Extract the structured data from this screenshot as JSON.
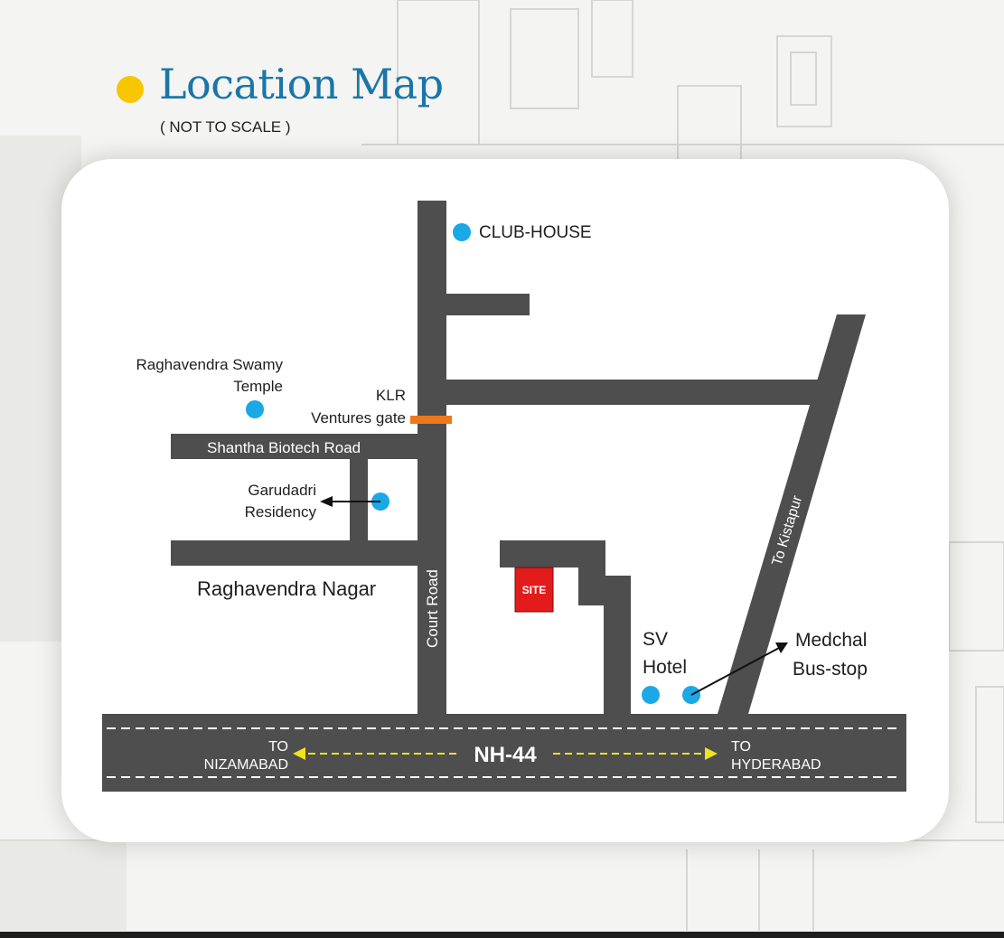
{
  "header": {
    "title": "Location Map",
    "subtitle": "( NOT TO SCALE )"
  },
  "roads": {
    "shantha": "Shantha Biotech Road",
    "court": "Court Road",
    "kistapur": "To Kistapur",
    "highway": "NH-44",
    "to_left_1": "TO",
    "to_left_2": "NIZAMABAD",
    "to_right_1": "TO",
    "to_right_2": "HYDERABAD"
  },
  "places": {
    "club_house": "CLUB-HOUSE",
    "temple_1": "Raghavendra Swamy",
    "temple_2": "Temple",
    "klr_1": "KLR",
    "klr_2": "Ventures gate",
    "garudadri_1": "Garudadri",
    "garudadri_2": "Residency",
    "nagar": "Raghavendra Nagar",
    "site": "SITE",
    "sv_1": "SV",
    "sv_2": "Hotel",
    "medchal_1": "Medchal",
    "medchal_2": "Bus-stop"
  },
  "colors": {
    "road": "#4e4e4e",
    "marker": "#1aa8e6",
    "gate": "#f07818",
    "site": "#e31b1b",
    "highway_arrow": "#f2e21a",
    "title": "#1a76a8",
    "title_dot": "#f7c600"
  }
}
